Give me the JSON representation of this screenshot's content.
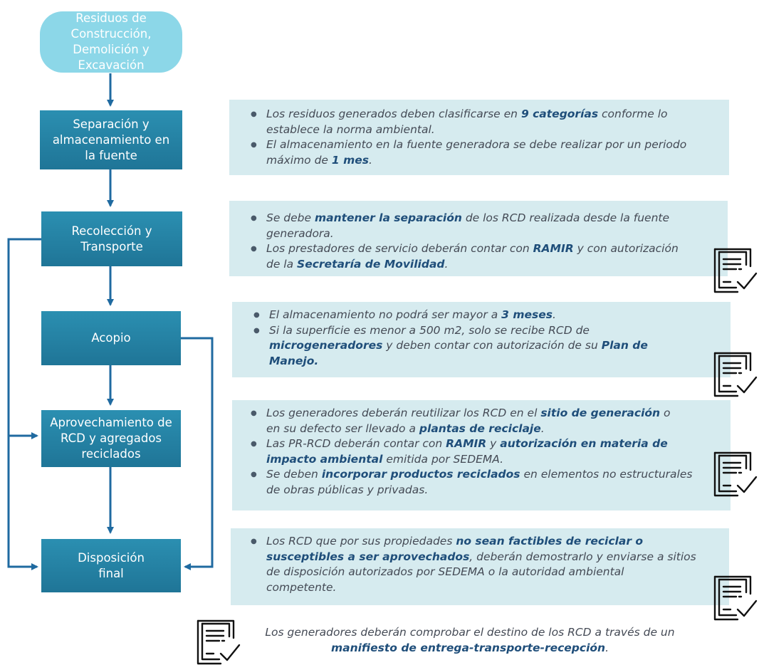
{
  "nodes": {
    "start": [
      "Residuos de",
      "Construcción,",
      "Demolición y",
      "Excavación"
    ],
    "separacion": [
      "Separación y",
      "almacenamiento en",
      "la fuente"
    ],
    "recoleccion": [
      "Recolección y",
      "Transporte"
    ],
    "acopio": [
      "Acopio"
    ],
    "aprovechamiento": [
      "Aprovechamiento de",
      "RCD y agregados",
      "reciclados"
    ],
    "disposicion": [
      "Disposición",
      "final"
    ]
  },
  "panels": {
    "separacion": {
      "b1": [
        "Los residuos generados deben clasificarse en ",
        "9 categorías",
        " conforme lo",
        "establece la norma ambiental."
      ],
      "b2": [
        "El almacenamiento en la fuente generadora se debe realizar por un periodo",
        "máximo de ",
        "1 mes",
        "."
      ]
    },
    "recoleccion": {
      "b1": [
        "Se debe ",
        "mantener la separación",
        " de los RCD realizada desde la fuente",
        "generadora."
      ],
      "b2": [
        "Los prestadores de servicio deberán contar con ",
        "RAMIR",
        " y con autorización",
        "de la ",
        "Secretaría de Movilidad",
        "."
      ]
    },
    "acopio": {
      "b1": [
        "El almacenamiento no podrá ser mayor a ",
        "3 meses",
        "."
      ],
      "b2": [
        "Si la superficie es menor a 500 m2, solo se recibe RCD de",
        "microgeneradores",
        " y deben contar con autorización de su ",
        "Plan de",
        "Manejo."
      ]
    },
    "aprovechamiento": {
      "b1": [
        "Los generadores deberán reutilizar los RCD en el ",
        "sitio de generación",
        " o",
        "en su defecto ser llevado a ",
        "plantas de reciclaje",
        "."
      ],
      "b2": [
        "Las PR-RCD deberán contar con ",
        "RAMIR",
        " y ",
        "autorización en materia de",
        "impacto ambiental",
        " emitida por SEDEMA."
      ],
      "b3": [
        "Se deben ",
        "incorporar productos reciclados",
        " en elementos no estructurales",
        "de obras públicas y privadas."
      ]
    },
    "disposicion": {
      "b1": [
        "Los RCD que por sus propiedades ",
        "no sean factibles de reciclar o",
        "susceptibles a ser aprovechados",
        ", deberán demostrarlo y enviarse a sitios",
        "de disposición autorizados por SEDEMA o la autoridad ambiental",
        "competente."
      ]
    }
  },
  "footer": {
    "line1": "Los generadores deberán comprobar el destino de los RCD a través de un",
    "bold": "manifiesto de entrega-transporte-recepción",
    "end": "."
  },
  "colors": {
    "node": "#1f7597",
    "start": "#8cd7e8",
    "panel": "#d6ebef",
    "arrow": "#1f6aa0",
    "emphasis": "#1f4e7a"
  },
  "icons": [
    "document-check-icon"
  ]
}
